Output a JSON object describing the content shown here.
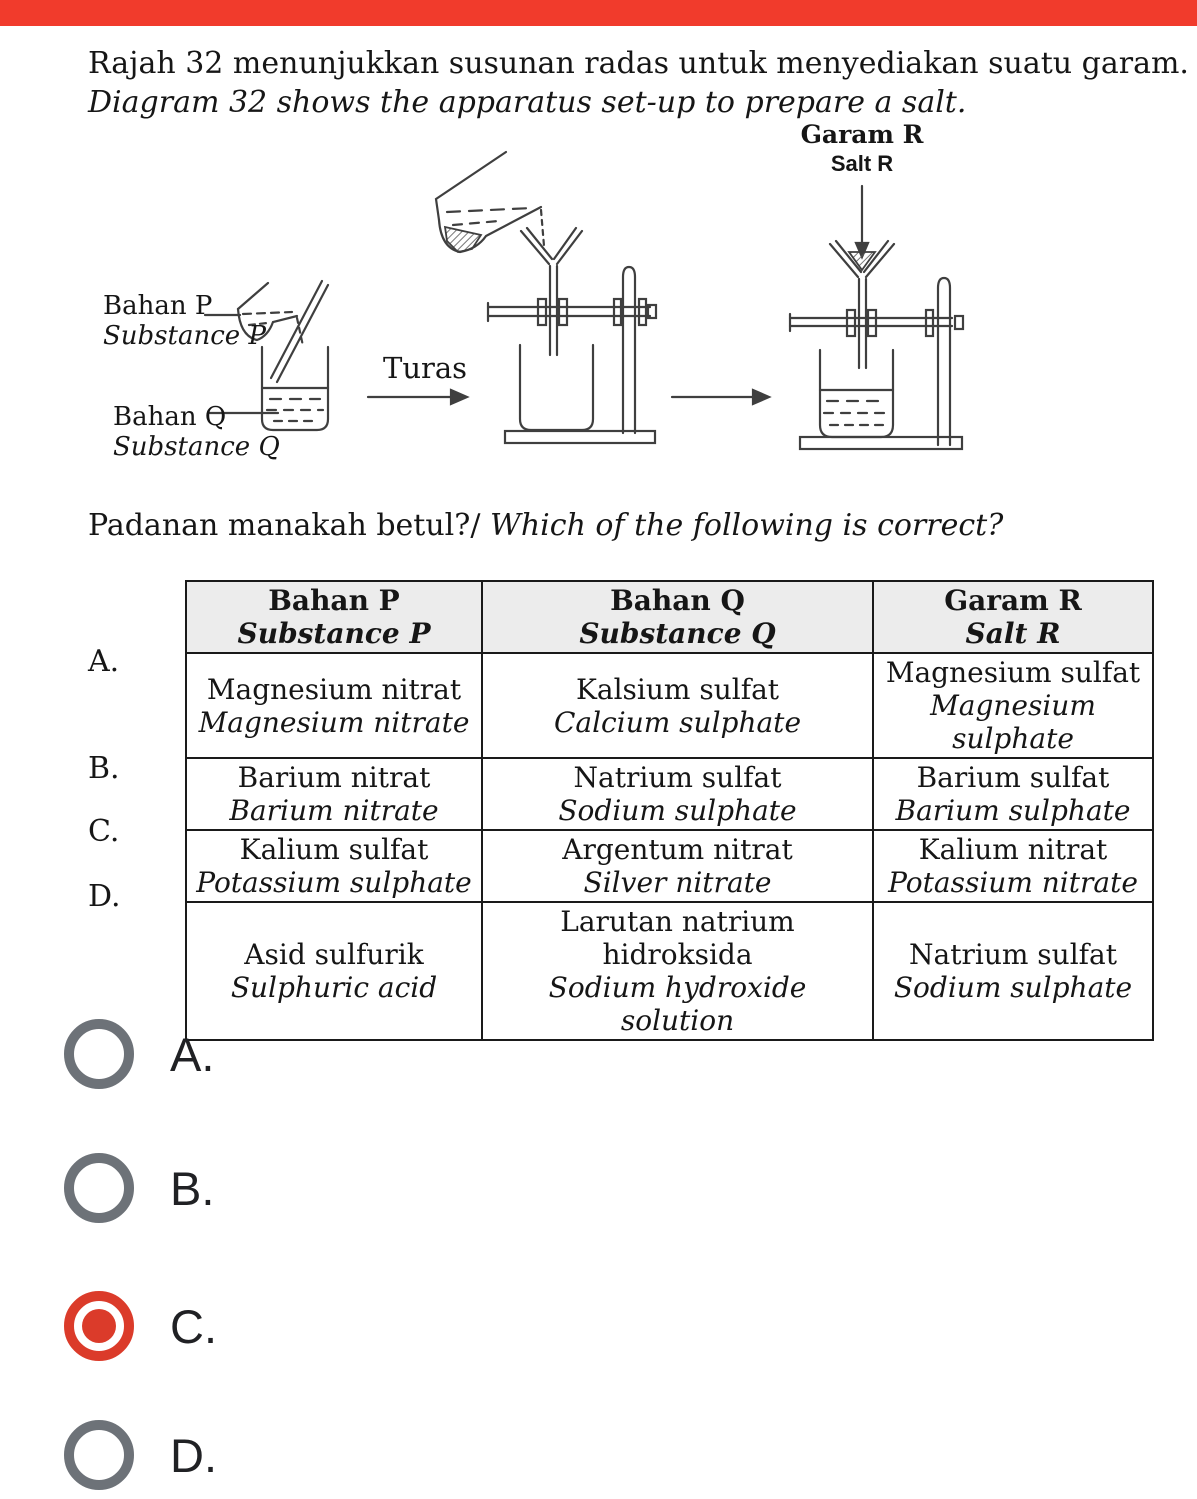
{
  "colors": {
    "top_bar": "#f13b2c",
    "radio_selected": "#db3b2a",
    "radio_unselected": "#6d7278",
    "table_header_bg": "#ececec",
    "text": "#161616"
  },
  "question": {
    "title_ms": "Rajah 32 menunjukkan susunan radas untuk menyediakan suatu garam.",
    "title_en": "Diagram 32 shows the apparatus set-up to prepare a salt.",
    "prompt_ms": "Padanan manakah betul?/",
    "prompt_en": "Which of the following is correct?"
  },
  "diagram": {
    "substance_p_ms": "Bahan P",
    "substance_p_en": "Substance P",
    "substance_q_ms": "Bahan Q",
    "substance_q_en": "Substance Q",
    "filter_label": "Turas",
    "salt_r_ms": "Garam R",
    "salt_r_en": "Salt R"
  },
  "table": {
    "headers": [
      {
        "ms": "Bahan P",
        "en": "Substance P"
      },
      {
        "ms": "Bahan Q",
        "en": "Substance Q"
      },
      {
        "ms": "Garam R",
        "en": "Salt R"
      }
    ],
    "rows": [
      {
        "letter": "A.",
        "cells": [
          {
            "ms": "Magnesium nitrat",
            "en": "Magnesium nitrate"
          },
          {
            "ms": "Kalsium sulfat",
            "en": "Calcium sulphate"
          },
          {
            "ms": "Magnesium sulfat",
            "en": "Magnesium sulphate"
          }
        ]
      },
      {
        "letter": "B.",
        "cells": [
          {
            "ms": "Barium nitrat",
            "en": "Barium nitrate"
          },
          {
            "ms": "Natrium sulfat",
            "en": "Sodium sulphate"
          },
          {
            "ms": "Barium sulfat",
            "en": "Barium sulphate"
          }
        ]
      },
      {
        "letter": "C.",
        "cells": [
          {
            "ms": "Kalium sulfat",
            "en": "Potassium sulphate"
          },
          {
            "ms": "Argentum nitrat",
            "en": "Silver nitrate"
          },
          {
            "ms": "Kalium nitrat",
            "en": "Potassium nitrate"
          }
        ]
      },
      {
        "letter": "D.",
        "cells": [
          {
            "ms": "Asid sulfurik",
            "en": "Sulphuric acid"
          },
          {
            "ms": "Larutan natrium hidroksida",
            "en": "Sodium hydroxide solution"
          },
          {
            "ms": "Natrium sulfat",
            "en": "Sodium sulphate"
          }
        ]
      }
    ]
  },
  "options": [
    {
      "label": "A.",
      "selected": false
    },
    {
      "label": "B.",
      "selected": false
    },
    {
      "label": "C.",
      "selected": true
    },
    {
      "label": "D.",
      "selected": false
    }
  ]
}
